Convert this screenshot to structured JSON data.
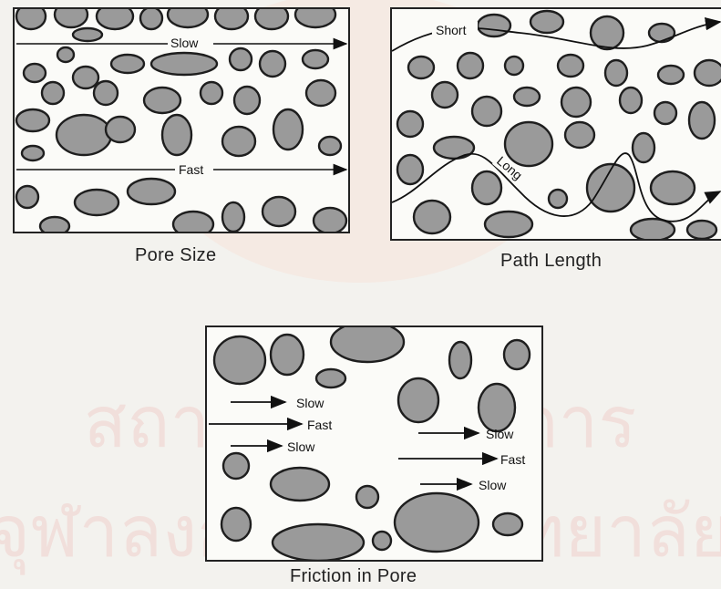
{
  "panels": {
    "pore_size": {
      "caption": "Pore Size",
      "slow_label": "Slow",
      "fast_label": "Fast"
    },
    "path_length": {
      "caption": "Path Length",
      "short_label": "Short",
      "long_label": "Long"
    },
    "friction": {
      "caption": "Friction in Pore",
      "labels": [
        "Slow",
        "Fast",
        "Slow",
        "Slow",
        "Fast",
        "Slow"
      ]
    }
  },
  "colors": {
    "grain_fill": "#9a9a9a",
    "outline": "#1e1e1e",
    "background": "#fbfbf8"
  }
}
